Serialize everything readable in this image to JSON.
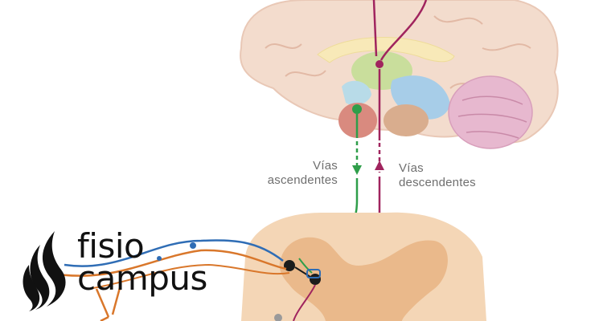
{
  "labels": {
    "ascending_line1": "Vías",
    "ascending_line2": "ascendentes",
    "descending_line1": "Vías",
    "descending_line2": "descendentes"
  },
  "logo": {
    "word1": "fisio",
    "word2": "campus"
  },
  "colors": {
    "ascending_pathway": "#2f9e4a",
    "descending_pathway": "#a0245e",
    "sensory_blue": "#2f6db5",
    "sensory_orange": "#d9772b",
    "brain_tissue": "#f3dccd",
    "spinal_cord": "#f4d6b6",
    "cerebellum": "#e7b8cf"
  }
}
